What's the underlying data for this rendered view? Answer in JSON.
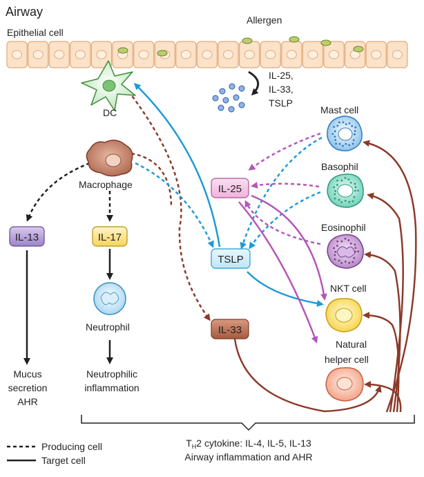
{
  "title": "Airway",
  "epithelial_label": "Epithelial cell",
  "allergen_label": "Allergen",
  "released_cytokines": [
    "IL-25,",
    "IL-33,",
    "TSLP"
  ],
  "cells": {
    "dc": "DC",
    "macrophage": "Macrophage",
    "neutrophil": "Neutrophil",
    "mast": "Mast cell",
    "basophil": "Basophil",
    "eosinophil": "Eosinophil",
    "nkt": "NKT cell",
    "natural_helper": [
      "Natural",
      "helper cell"
    ]
  },
  "cytokine_boxes": {
    "il13": "IL-13",
    "il17": "IL-17",
    "il25": "IL-25",
    "tslp": "TSLP",
    "il33": "IL-33"
  },
  "outcomes": {
    "mucus": [
      "Mucus",
      "secretion",
      "AHR"
    ],
    "neutrophilic": [
      "Neutrophilic",
      "inflammation"
    ]
  },
  "footer": {
    "line1_prefix": "T",
    "line1_sub": "H",
    "line1_rest": "2 cytokine: IL-4, IL-5, IL-13",
    "line2": "Airway inflammation and AHR"
  },
  "legend": {
    "producing": "Producing cell",
    "target": "Target cell"
  },
  "colors": {
    "brown": "#8b3a2a",
    "blue": "#1e9ad6",
    "magenta": "#b556b8",
    "black": "#231f20",
    "epithelium": "#fbe2c8"
  }
}
